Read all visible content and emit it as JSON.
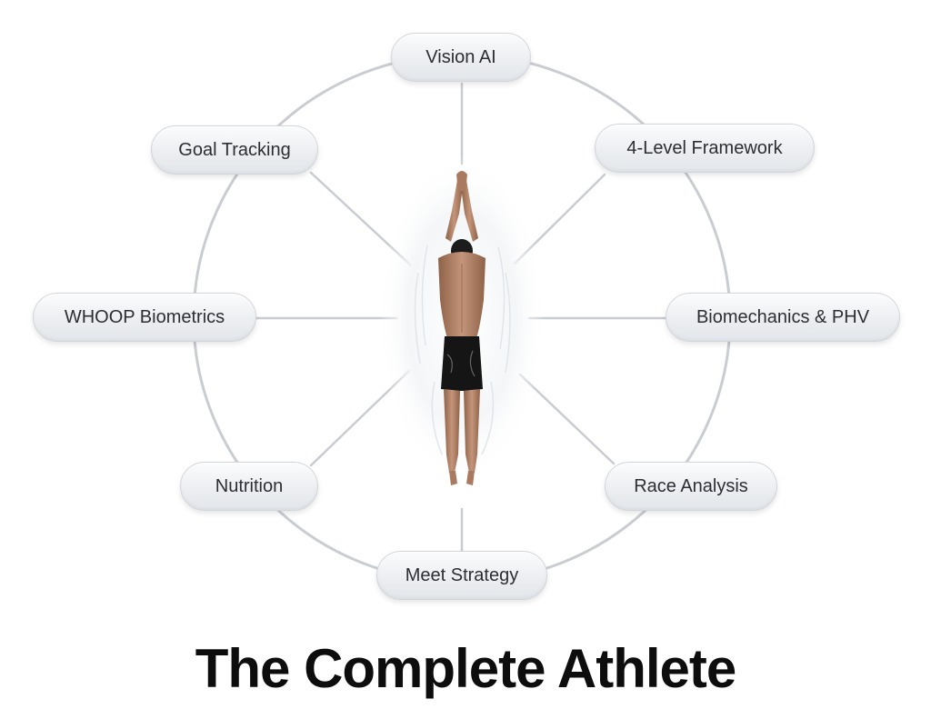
{
  "diagram": {
    "title": "The Complete Athlete",
    "center_image": "swimmer-diving",
    "nodes": [
      {
        "id": "vision-ai",
        "label": "Vision AI"
      },
      {
        "id": "four-level-framework",
        "label": "4-Level Framework"
      },
      {
        "id": "biomechanics-phv",
        "label": "Biomechanics & PHV"
      },
      {
        "id": "race-analysis",
        "label": "Race Analysis"
      },
      {
        "id": "meet-strategy",
        "label": "Meet Strategy"
      },
      {
        "id": "nutrition",
        "label": "Nutrition"
      },
      {
        "id": "whoop-biometrics",
        "label": "WHOOP Biometrics"
      },
      {
        "id": "goal-tracking",
        "label": "Goal Tracking"
      }
    ],
    "colors": {
      "ring": "#c9ccd1",
      "spoke": "#c9ccd1",
      "node_border": "#d2d6db",
      "node_text": "#2b2e33",
      "title": "#0d0d0d",
      "skin": "#b98a6c",
      "shorts": "#151515"
    }
  }
}
